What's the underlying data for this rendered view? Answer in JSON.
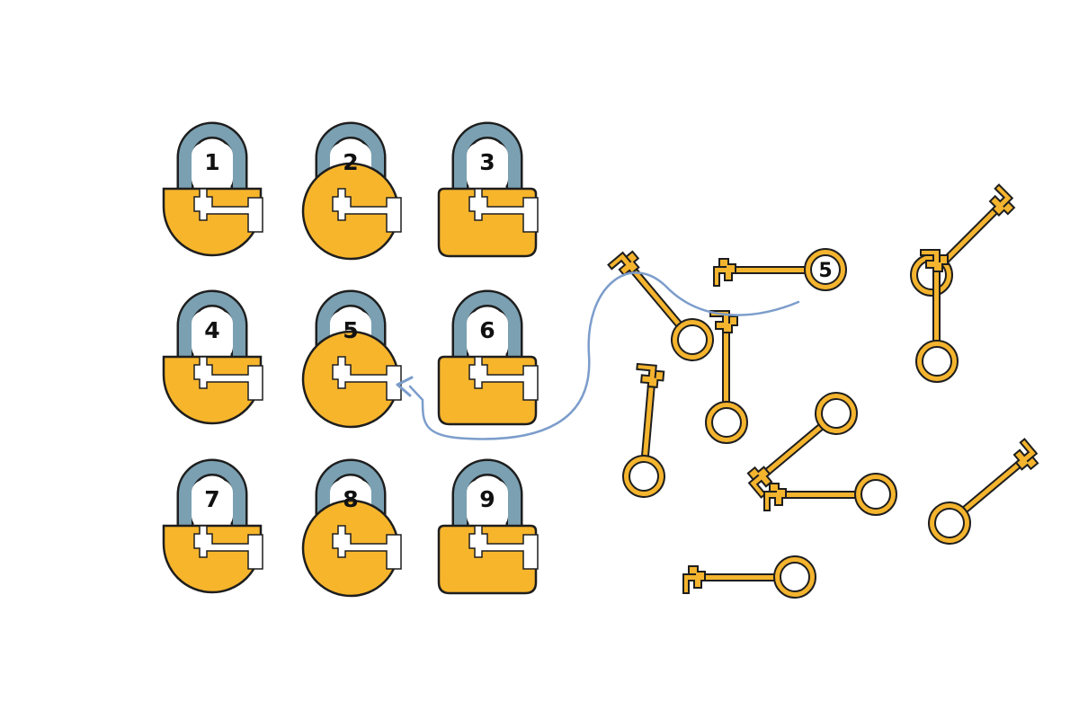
{
  "colors": {
    "body": "#F7B52C",
    "outline": "#1E1E1E",
    "shackle": "#7AA0B2",
    "key": "#F4B42E",
    "arrow": "#7C9DCB",
    "background": "#FFFFFF"
  },
  "locks": [
    {
      "label": "1",
      "shape": "bottom-round"
    },
    {
      "label": "2",
      "shape": "round"
    },
    {
      "label": "3",
      "shape": "square"
    },
    {
      "label": "4",
      "shape": "bottom-round"
    },
    {
      "label": "5",
      "shape": "round"
    },
    {
      "label": "6",
      "shape": "square"
    },
    {
      "label": "7",
      "shape": "bottom-round"
    },
    {
      "label": "8",
      "shape": "round"
    },
    {
      "label": "9",
      "shape": "square"
    }
  ],
  "keys": [
    {
      "label": "5",
      "highlighted": true
    },
    {
      "label": ""
    },
    {
      "label": ""
    },
    {
      "label": ""
    },
    {
      "label": ""
    },
    {
      "label": ""
    },
    {
      "label": ""
    },
    {
      "label": ""
    },
    {
      "label": ""
    },
    {
      "label": ""
    },
    {
      "label": ""
    },
    {
      "label": ""
    }
  ],
  "solution": {
    "key": "5",
    "lock": "5"
  }
}
